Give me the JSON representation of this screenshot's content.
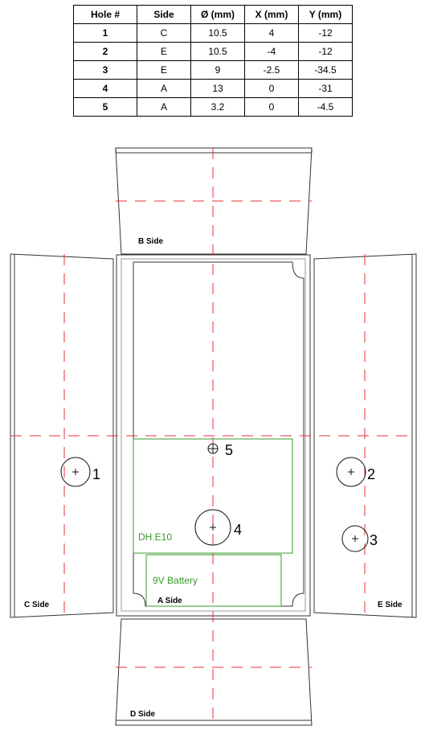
{
  "table": {
    "headers": [
      "Hole #",
      "Side",
      "Ø (mm)",
      "X (mm)",
      "Y (mm)"
    ],
    "rows": [
      [
        "1",
        "C",
        "10.5",
        "4",
        "-12"
      ],
      [
        "2",
        "E",
        "10.5",
        "-4",
        "-12"
      ],
      [
        "3",
        "E",
        "9",
        "-2.5",
        "-34.5"
      ],
      [
        "4",
        "A",
        "13",
        "0",
        "-31"
      ],
      [
        "5",
        "A",
        "3.2",
        "0",
        "-4.5"
      ]
    ]
  },
  "sides": {
    "a": "A Side",
    "b": "B Side",
    "c": "C Side",
    "d": "D Side",
    "e": "E Side"
  },
  "components": {
    "pcb": "DH.E10",
    "battery": "9V Battery"
  },
  "hole_labels": [
    "1",
    "2",
    "3",
    "4",
    "5"
  ],
  "colors": {
    "guide": "#e8303a",
    "component": "#3a9a2a",
    "outline": "#333333"
  }
}
